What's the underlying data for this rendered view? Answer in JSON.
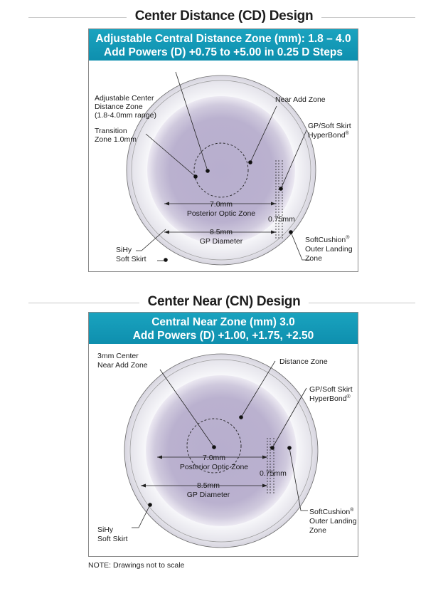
{
  "cd": {
    "title": "Center Distance (CD) Design",
    "banner_line1": "Adjustable Central Distance Zone (mm): 1.8 – 4.0",
    "banner_line2": "Add Powers (D) +0.75 to +5.00 in 0.25 D Steps",
    "labels": {
      "center_zone_1": "Adjustable Center",
      "center_zone_2": "Distance Zone",
      "center_zone_3": "(1.8-4.0mm range)",
      "transition_1": "Transition",
      "transition_2": "Zone 1.0mm",
      "near_add": "Near Add Zone",
      "gp_skirt_1": "GP/Soft Skirt",
      "gp_skirt_2": "HyperBond",
      "posterior_1": "7.0mm",
      "posterior_2": "Posterior Optic Zone",
      "band": "0.75mm",
      "gp_diam_1": "8.5mm",
      "gp_diam_2": "GP Diameter",
      "softcushion_1": "SoftCushion",
      "softcushion_2": "Outer Landing",
      "softcushion_3": "Zone",
      "sihy_1": "SiHy",
      "sihy_2": "Soft Skirt"
    }
  },
  "cn": {
    "title": "Center Near (CN) Design",
    "banner_line1": "Central Near Zone (mm) 3.0",
    "banner_line2": "Add Powers (D) +1.00, +1.75, +2.50",
    "labels": {
      "center_zone_1": "3mm Center",
      "center_zone_2": "Near Add Zone",
      "distance": "Distance Zone",
      "gp_skirt_1": "GP/Soft Skirt",
      "gp_skirt_2": "HyperBond",
      "posterior_1": "7.0mm",
      "posterior_2": "Posterior Optic Zone",
      "band": "0.75mm",
      "gp_diam_1": "8.5mm",
      "gp_diam_2": "GP Diameter",
      "softcushion_1": "SoftCushion",
      "softcushion_2": "Outer Landing",
      "softcushion_3": "Zone",
      "sihy_1": "SiHy",
      "sihy_2": "Soft Skirt"
    }
  },
  "registered_mark": "®",
  "note": "NOTE: Drawings not to scale",
  "colors": {
    "banner": "#1297b5",
    "optic_zone": "#b9b0cc",
    "outer_lens": "#ecebf0",
    "panel_border": "#8a8a8a"
  }
}
